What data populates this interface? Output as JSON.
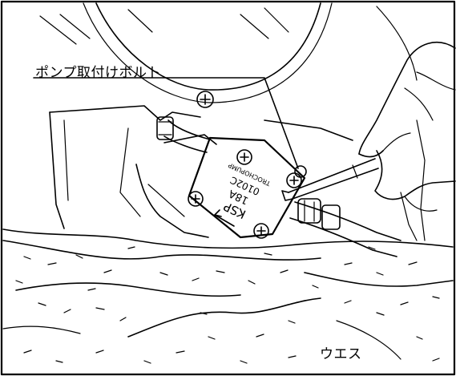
{
  "labels": {
    "pump_bolt": "ポンプ取付けボルト",
    "rag": "ウエス"
  },
  "pump_stamp": {
    "line1": "KSP",
    "line2": "18A",
    "line3": "0102C",
    "line4": "TROCHOPUMP"
  },
  "colors": {
    "ink": "#000000",
    "background": "#ffffff"
  }
}
